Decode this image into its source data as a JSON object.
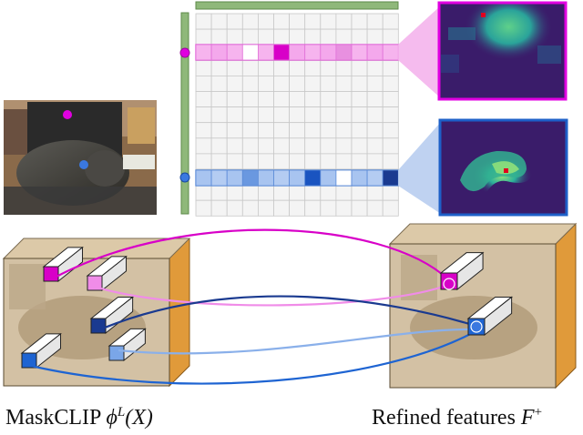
{
  "captions": {
    "left_text": "MaskCLIP ",
    "left_math": "ϕ",
    "left_sup": "L",
    "left_arg": "(X)",
    "right_text": "Refined features ",
    "right_math": "F",
    "right_sup": "+"
  },
  "colors": {
    "magenta": "#d800c8",
    "magenta_light": "#f08ce8",
    "blue": "#1e64d2",
    "blue_light": "#7aa6e8",
    "blue_dark": "#1a3a90",
    "green_bar": "#8fb87a",
    "box_side": "#e09a3a",
    "box_front": "#c8b596",
    "heatmap_bg": "#3a1c6a"
  },
  "grid": {
    "rows": 13,
    "cols": 13,
    "magenta_row": 3,
    "blue_row": 10
  },
  "icons": [
    "query-point-magenta",
    "query-point-blue",
    "feature-token-cuboid",
    "attention-heatmap"
  ]
}
